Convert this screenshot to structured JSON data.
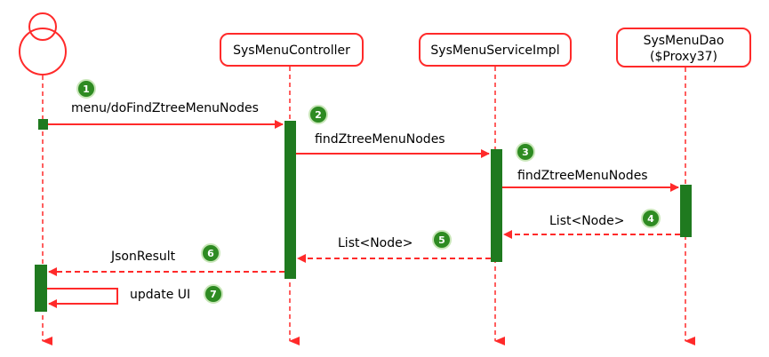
{
  "colors": {
    "line": "#ff2a2a",
    "activation": "#1f7a1f",
    "badge": "#2e8b22",
    "badge_ring": "#c8e6b8"
  },
  "participants": {
    "actor": {
      "icon": "actor-icon"
    },
    "controller": {
      "label": "SysMenuController"
    },
    "service": {
      "label": "SysMenuServiceImpl"
    },
    "dao": {
      "label_line1": "SysMenuDao",
      "label_line2": "($Proxy37)"
    }
  },
  "messages": [
    {
      "step": "1",
      "label": "menu/doFindZtreeMenuNodes"
    },
    {
      "step": "2",
      "label": "findZtreeMenuNodes"
    },
    {
      "step": "3",
      "label": "findZtreeMenuNodes"
    },
    {
      "step": "4",
      "label": "List<Node>"
    },
    {
      "step": "5",
      "label": "List<Node>"
    },
    {
      "step": "6",
      "label": "JsonResult"
    },
    {
      "step": "7",
      "label": "update UI"
    }
  ]
}
